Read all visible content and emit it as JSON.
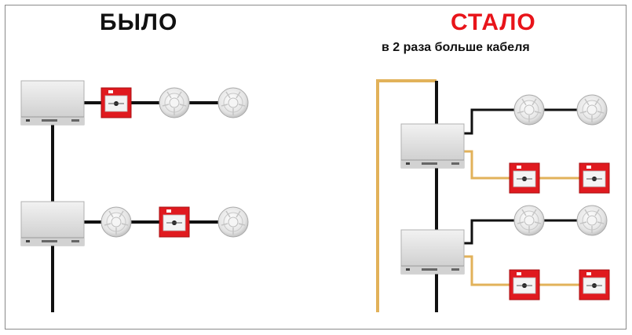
{
  "titles": {
    "before": "БЫЛО",
    "after": "СТАЛО",
    "after_note": "в 2 раза больше кабеля"
  },
  "panel_label": "▪ ▪▪ ▪▪▪",
  "colors": {
    "loop_cable": "#111111",
    "extra_cable": "#e2b25a",
    "call_point": "#e01a1f",
    "after_title": "#e8141a"
  }
}
